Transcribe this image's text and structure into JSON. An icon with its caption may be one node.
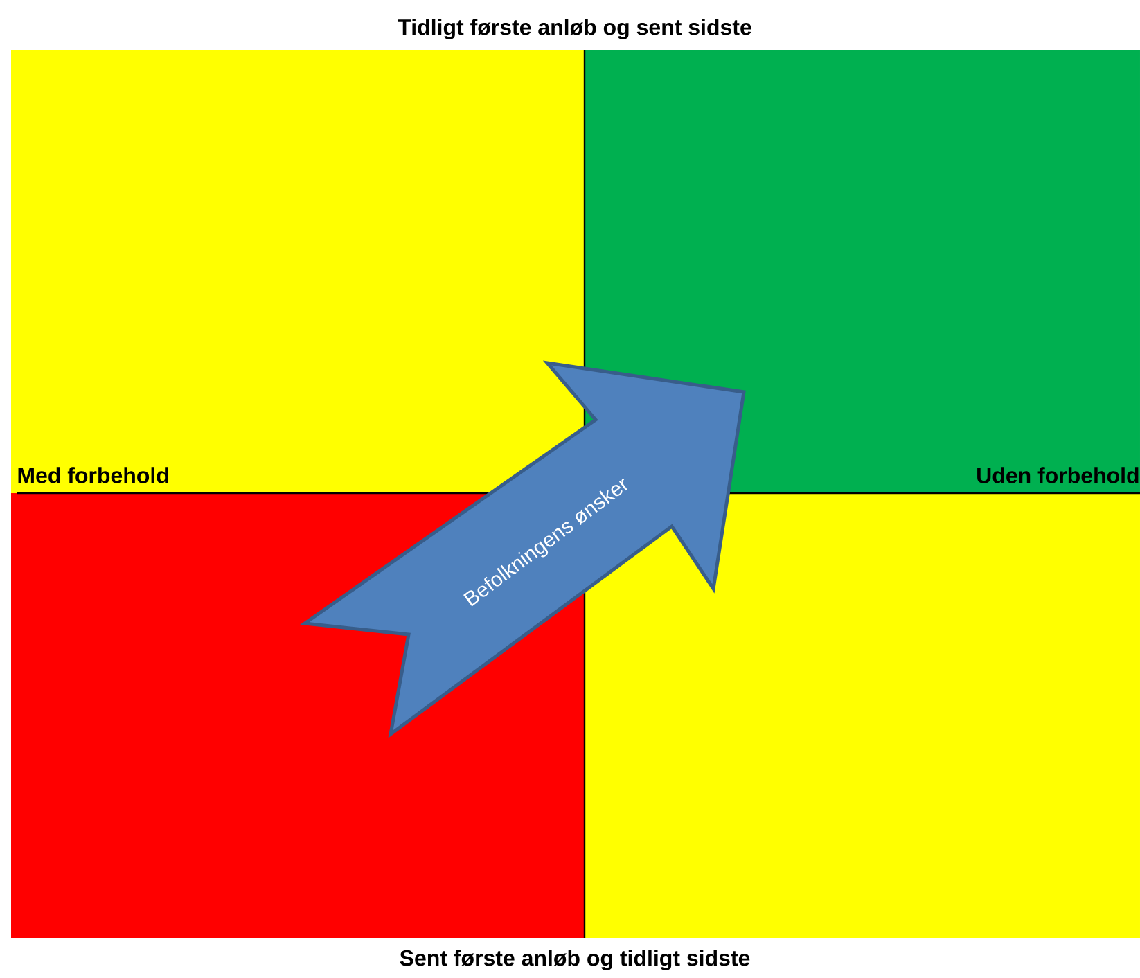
{
  "diagram": {
    "nodes": [
      {
        "text": [],
        "shape": "box"
      },
      {
        "text": [],
        "shape": "box"
      },
      {
        "text": [],
        "shape": "box"
      },
      {
        "text": [],
        "shape": "box"
      },
      {
        "text": [
          "Befolkningens ønsker"
        ]
      }
    ],
    "labels": [
      "Tidligt første anløb og sent sidste",
      "Med forbehold",
      "Uden forbehold",
      "Sent første anløb og tidligt sidste"
    ]
  }
}
